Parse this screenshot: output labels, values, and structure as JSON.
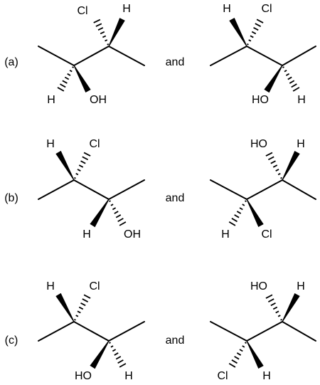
{
  "connector": "and",
  "rows": [
    {
      "label": "(a)",
      "left": {
        "atoms": [
          {
            "name": "atom-cl",
            "text": "Cl"
          },
          {
            "name": "atom-h",
            "text": "H"
          },
          {
            "name": "atom-h",
            "text": "H"
          },
          {
            "name": "atom-oh",
            "text": "OH"
          }
        ]
      },
      "right": {
        "atoms": [
          {
            "name": "atom-h",
            "text": "H"
          },
          {
            "name": "atom-cl",
            "text": "Cl"
          },
          {
            "name": "atom-ho",
            "text": "HO"
          },
          {
            "name": "atom-h",
            "text": "H"
          }
        ]
      }
    },
    {
      "label": "(b)",
      "left": {
        "atoms": [
          {
            "name": "atom-h",
            "text": "H"
          },
          {
            "name": "atom-cl",
            "text": "Cl"
          },
          {
            "name": "atom-h",
            "text": "H"
          },
          {
            "name": "atom-oh",
            "text": "OH"
          }
        ]
      },
      "right": {
        "atoms": [
          {
            "name": "atom-ho",
            "text": "HO"
          },
          {
            "name": "atom-h",
            "text": "H"
          },
          {
            "name": "atom-h",
            "text": "H"
          },
          {
            "name": "atom-cl",
            "text": "Cl"
          }
        ]
      }
    },
    {
      "label": "(c)",
      "left": {
        "atoms": [
          {
            "name": "atom-h",
            "text": "H"
          },
          {
            "name": "atom-cl",
            "text": "Cl"
          },
          {
            "name": "atom-ho",
            "text": "HO"
          },
          {
            "name": "atom-h",
            "text": "H"
          }
        ]
      },
      "right": {
        "atoms": [
          {
            "name": "atom-ho",
            "text": "HO"
          },
          {
            "name": "atom-h",
            "text": "H"
          },
          {
            "name": "atom-cl",
            "text": "Cl"
          },
          {
            "name": "atom-h",
            "text": "H"
          }
        ]
      }
    }
  ]
}
